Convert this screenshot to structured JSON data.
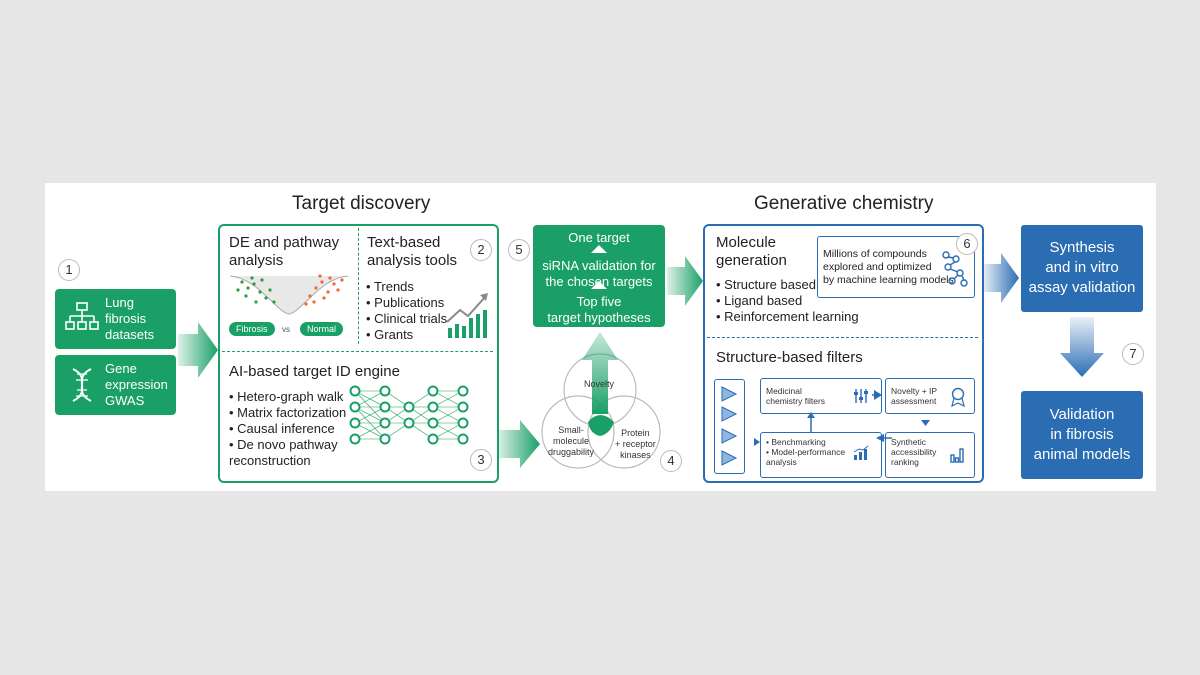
{
  "sections": {
    "target_discovery": "Target discovery",
    "generative_chemistry": "Generative chemistry"
  },
  "steps": [
    "1",
    "2",
    "3",
    "4",
    "5",
    "6",
    "7"
  ],
  "inputs": [
    {
      "label": "Lung\nfibrosis\ndatasets",
      "icon": "hierarchy-icon"
    },
    {
      "label": "Gene\nexpression\nGWAS",
      "icon": "dna-icon"
    }
  ],
  "de_analysis": {
    "title": "DE and pathway\nanalysis",
    "left_pill": "Fibrosis",
    "vs": "vs",
    "right_pill": "Normal"
  },
  "text_tools": {
    "title": "Text-based\nanalysis tools",
    "items": [
      "Trends",
      "Publications",
      "Clinical trials",
      "Grants"
    ]
  },
  "ai_engine": {
    "title": "AI-based target ID engine",
    "items": [
      "Hetero-graph walk",
      "Matrix factorization",
      "Causal inference",
      "De novo pathway\nreconstruction"
    ]
  },
  "target_box": {
    "line1": "One target",
    "line2": "siRNA validation for\nthe chosen targets",
    "line3": "Top five\ntarget hypotheses"
  },
  "venn": {
    "top": "Novelty",
    "left": "Small-\nmolecule\ndruggability",
    "right": "Protein\n+ receptor\nkinases"
  },
  "molecule_gen": {
    "title": "Molecule\ngeneration",
    "items": [
      "Structure based",
      "Ligand based",
      "Reinforcement learning"
    ],
    "callout": "Millions of compounds\nexplored and optimized\nby machine learning models"
  },
  "filters": {
    "title": "Structure-based filters",
    "medchem": "Medicinal\nchemistry filters",
    "novelty": "Novelty + IP\nassessment",
    "benchmark": [
      "Benchmarking",
      "Model-performance\nanalysis"
    ],
    "synthetic": "Synthetic\naccessibility\nranking"
  },
  "outputs": {
    "synthesis": "Synthesis\nand in vitro\nassay validation",
    "validation": "Validation\nin fibrosis\nanimal models"
  },
  "colors": {
    "green": "#1aa067",
    "blue": "#2a6db3",
    "light_blue": "#8fb6e3"
  }
}
